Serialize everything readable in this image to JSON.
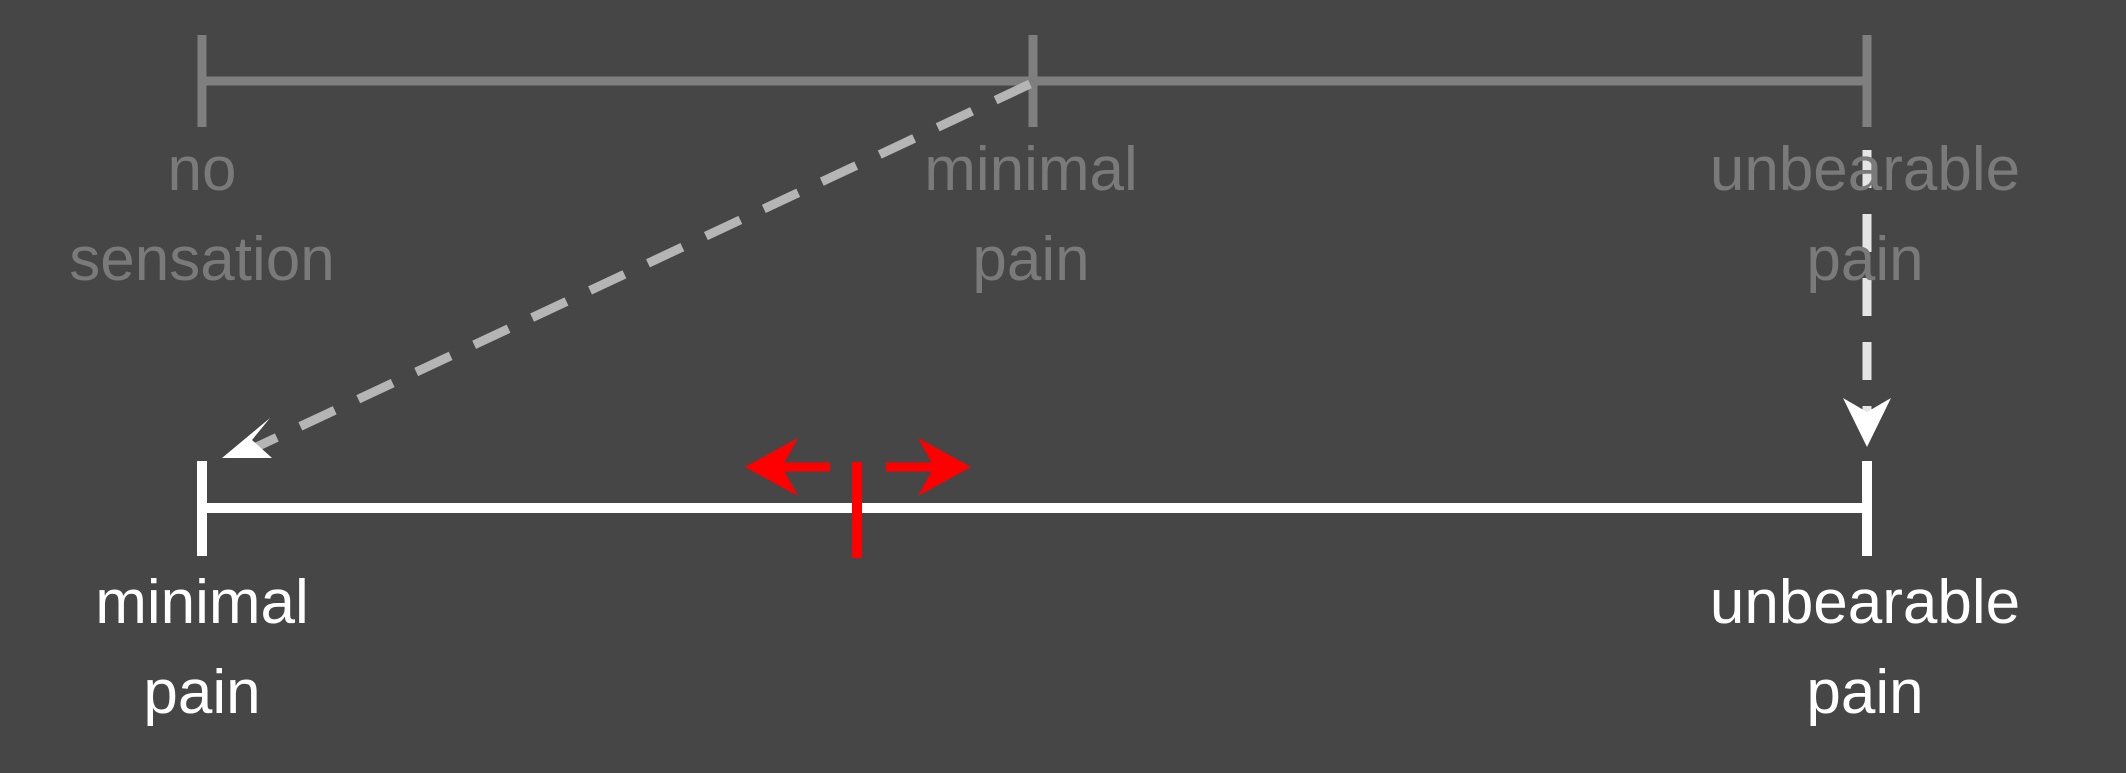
{
  "top_scale": {
    "labels": [
      {
        "line1": "no",
        "line2": "sensation"
      },
      {
        "line1": "minimal",
        "line2": "pain"
      },
      {
        "line1": "unbearable",
        "line2": "pain"
      }
    ],
    "color": "#7f7f7f"
  },
  "bottom_scale": {
    "labels": [
      {
        "line1": "minimal",
        "line2": "pain"
      },
      {
        "line1": "unbearable",
        "line2": "pain"
      }
    ],
    "color": "#ffffff",
    "marker_color": "#ff0000"
  },
  "background": "#464646"
}
